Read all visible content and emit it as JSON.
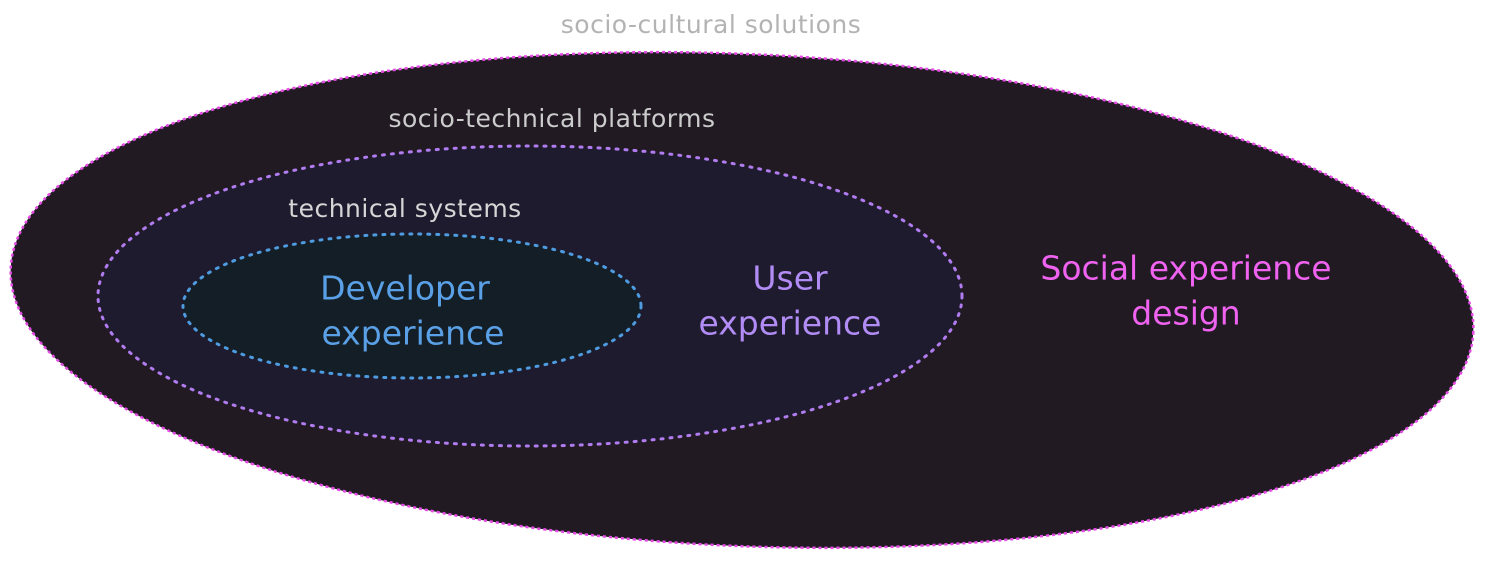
{
  "labels": {
    "outer_ring": "socio-cultural solutions",
    "middle_ring": "socio-technical platforms",
    "inner_ring": "technical systems"
  },
  "zones": {
    "inner": [
      "Developer",
      "experience"
    ],
    "middle": [
      "User",
      "experience"
    ],
    "outer": [
      "Social experience",
      "design"
    ]
  },
  "colors": {
    "outer_fill": "#211a23",
    "outer_stroke": "#e64ae6",
    "middle_fill": "#1e1b2e",
    "middle_stroke": "#b17cf0",
    "inner_fill": "#141e26",
    "inner_stroke": "#4e9be0",
    "outer_label": "#b3b3b3",
    "middle_label": "#cccccc",
    "inner_label": "#d6d6d6",
    "inner_text": "#5aa0e6",
    "middle_text": "#b28cf5",
    "outer_text": "#f062f0"
  }
}
